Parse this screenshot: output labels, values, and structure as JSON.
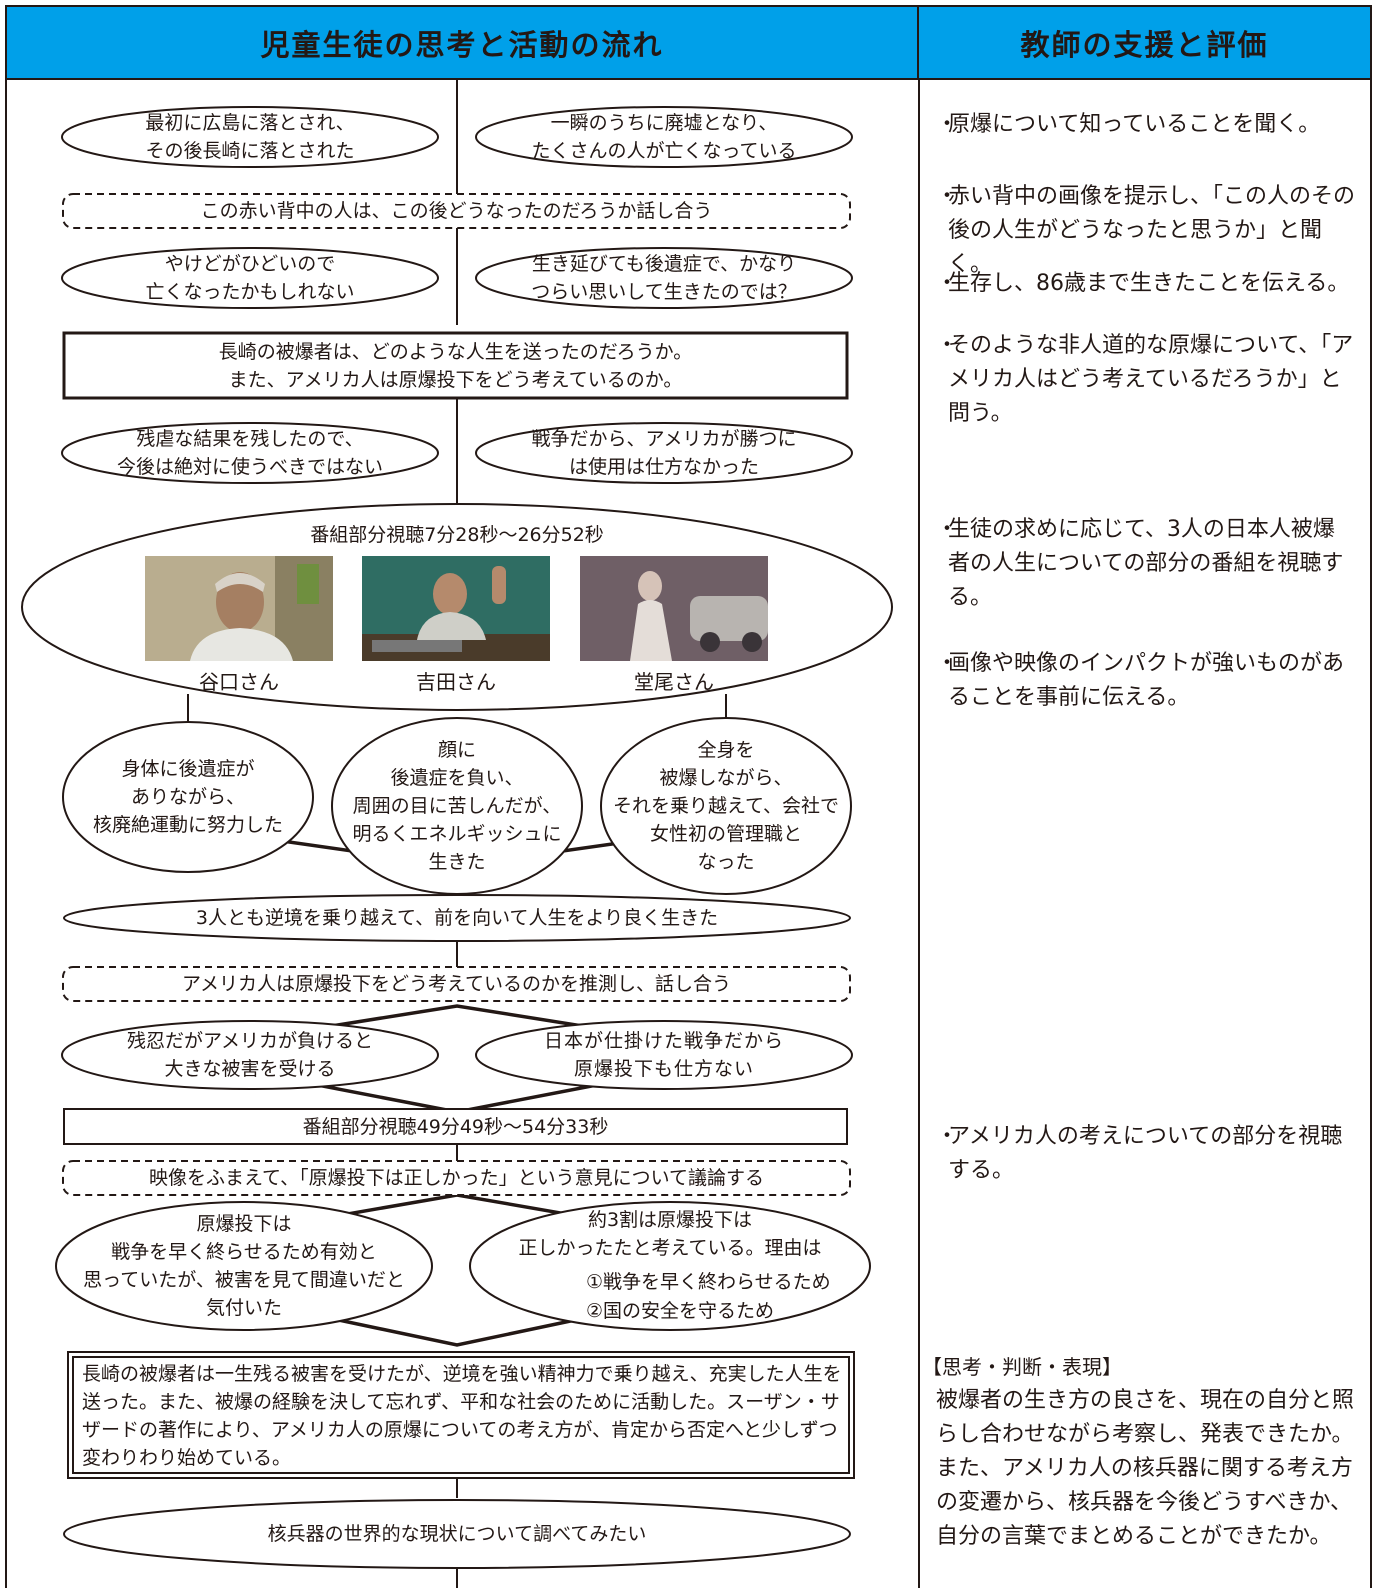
{
  "header": {
    "left_title": "児童生徒の思考と活動の流れ",
    "right_title": "教師の支援と評価"
  },
  "flow": {
    "e1": "最初に広島に落とされ、\nその後長崎に落とされた",
    "e2": "一瞬のうちに廃墟となり、\nたくさんの人が亡くなっている",
    "d1": "この赤い背中の人は、この後どうなったのだろうか話し合う",
    "e3": "やけどがひどいので\n亡くなったかもしれない",
    "e4": "生き延びても後遺症で、かなり\nつらい思いして生きたのでは？",
    "q1": "長崎の被爆者は、どのような人生を送ったのだろうか。\nまた、アメリカ人は原爆投下をどう考えているのか。",
    "e5": "残虐な結果を残したので、\n今後は絶対に使うべきではない",
    "e6": "戦争だから、アメリカが勝つに\nは使用は仕方なかった",
    "viewing1": "番組部分視聴7分28秒～26分52秒",
    "person1": "谷口さん",
    "person2": "吉田さん",
    "person3": "堂尾さん",
    "c1": "身体に後遺症が\nありながら、\n核廃絶運動に努力した",
    "c2": "顔に\n後遺症を負い、\n周囲の目に苦しんだが、\n明るくエネルギッシュに\n生きた",
    "c3": "全身を\n被爆しながら、\nそれを乗り越えて、会社で\n女性初の管理職と\nなった",
    "e7": "3人とも逆境を乗り越えて、前を向いて人生をより良く生きた",
    "d2": "アメリカ人は原爆投下をどう考えているのかを推測し、話し合う",
    "e8": "残忍だがアメリカが負けると\n大きな被害を受ける",
    "e9": "日本が仕掛けた戦争だから\n原爆投下も仕方ない",
    "viewing2": "番組部分視聴49分49秒～54分33秒",
    "d3": "映像をふまえて、「原爆投下は正しかった」という意見について議論する",
    "e10": "原爆投下は\n戦争を早く終らせるため有効と\n思っていたが、被害を見て間違いだと\n気付いた",
    "e11_main": "約3割は原爆投下は\n正しかったたと考えている。理由は",
    "e11_list": "①戦争を早く終わらせるため\n②国の安全を守るため",
    "summary": "長崎の被爆者は一生残る被害を受けたが、逆境を強い精神力で乗り越え、充実した人生を送った。また、被爆の経験を決して忘れず、平和な社会のために活動した。スーザン・サザードの著作により、アメリカ人の原爆についての考え方が、肯定から否定へと少しずつ変わりわり始めている。",
    "e12": "核兵器の世界的な現状について調べてみたい"
  },
  "teacher": {
    "bullet": "・",
    "n1": "原爆について知っていることを聞く。",
    "n2": "赤い背中の画像を提示し、「この人のその後の人生がどうなったと思うか」と聞く。",
    "n3": "生存し、86歳まで生きたことを伝える。",
    "n4": "そのような非人道的な原爆について、「アメリカ人はどう考えているだろうか」と問う。",
    "n5": "生徒の求めに応じて、3人の日本人被爆者の人生についての部分の番組を視聴する。",
    "n6": "画像や映像のインパクトが強いものがあることを事前に伝える。",
    "n7": "アメリカ人の考えについての部分を視聴する。",
    "eval_title": "【思考・判断・表現】",
    "eval_body": "被爆者の生き方の良さを、現在の自分と照らし合わせながら考察し、発表できたか。また、アメリカ人の核兵器に関する考え方の変遷から、核兵器を今後どうすべきか、自分の言葉でまとめることができたか。"
  },
  "colors": {
    "header_bg": "#00A0E9",
    "line": "#231815"
  }
}
